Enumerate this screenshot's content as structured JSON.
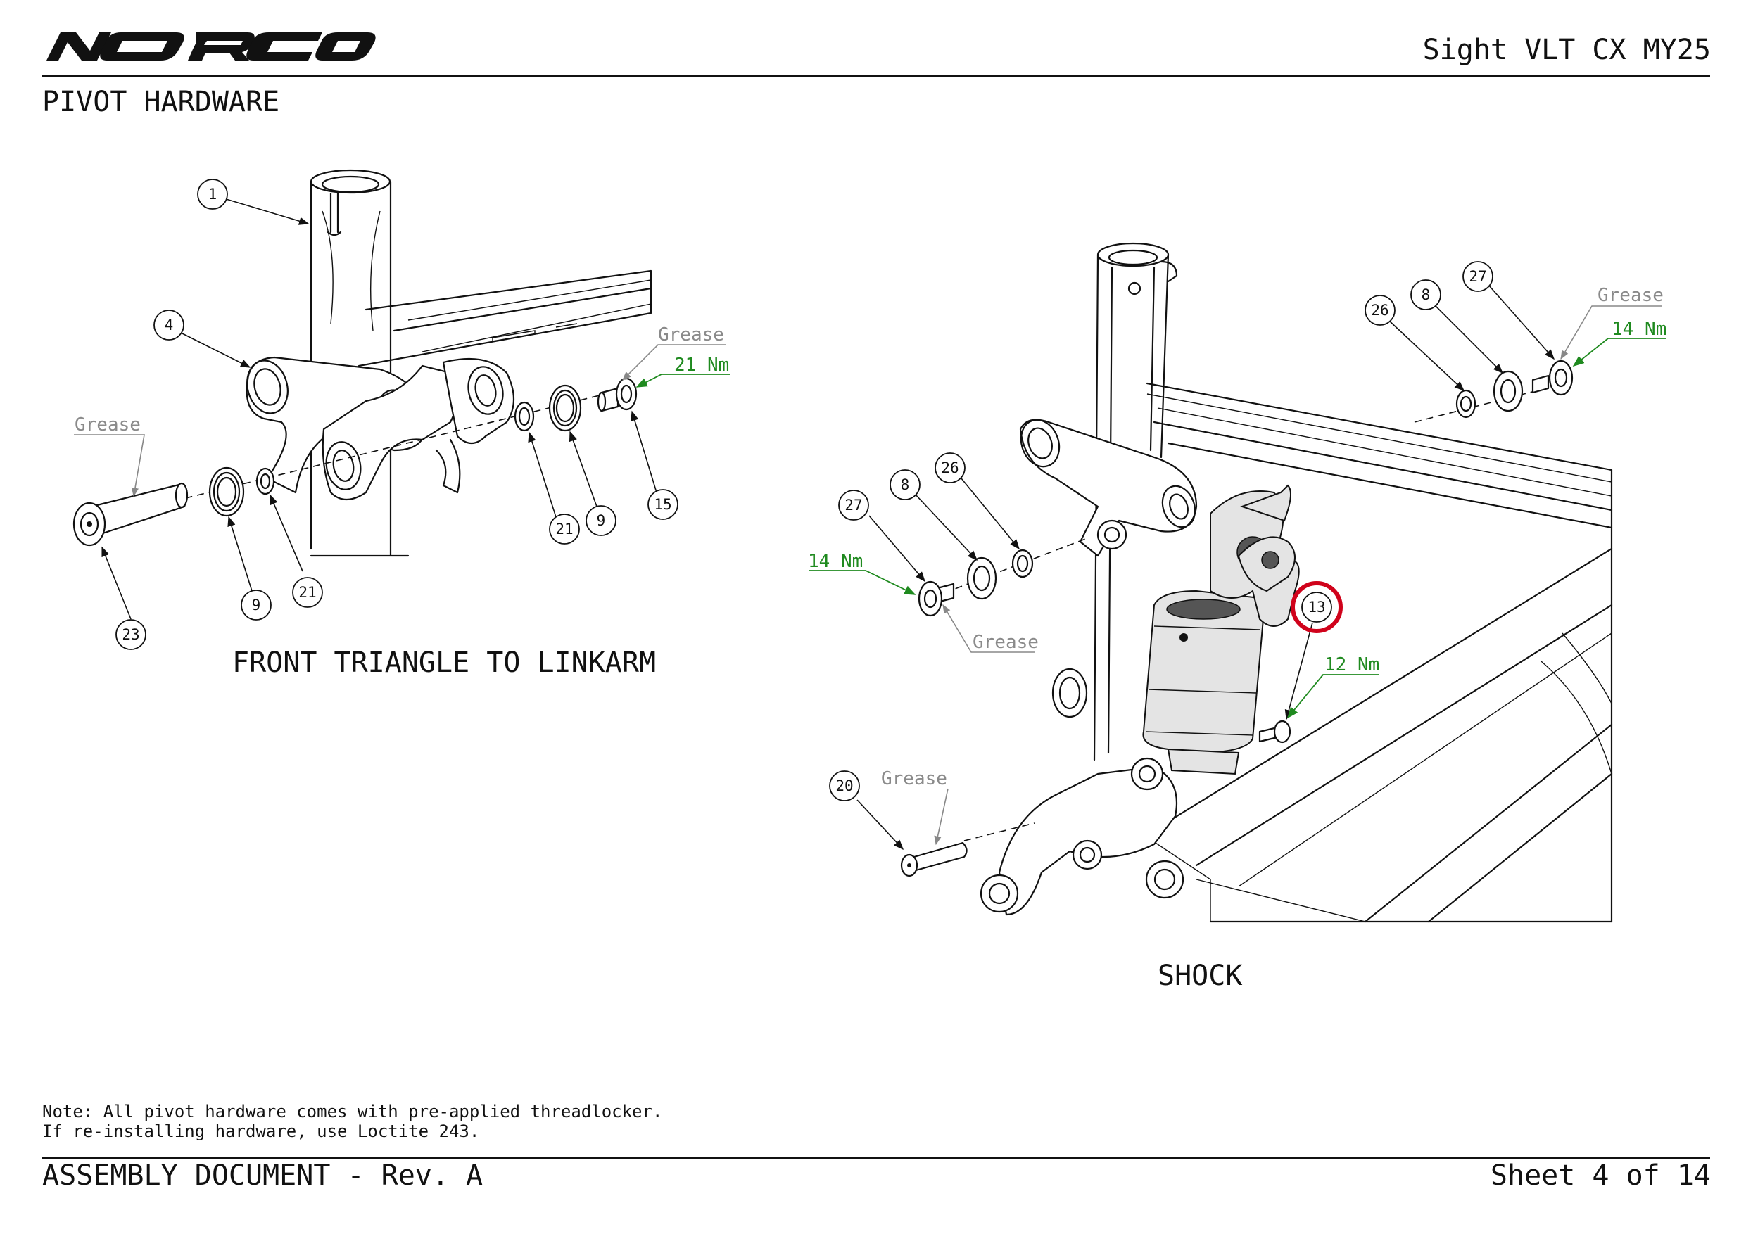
{
  "header": {
    "brand": "NORCO",
    "model": "Sight VLT CX MY25",
    "section_title": "PIVOT HARDWARE"
  },
  "colors": {
    "torque_green": "#1f8a1f",
    "grease_grey": "#8a8a8a",
    "highlight_red": "#d0021b",
    "line_black": "#111111"
  },
  "front_view": {
    "caption": "FRONT TRIANGLE TO LINKARM",
    "callouts": [
      "1",
      "4",
      "21",
      "9",
      "15",
      "23",
      "9",
      "21"
    ],
    "grease_label": "Grease",
    "grease_label_2": "Grease",
    "torque_label": "21 Nm"
  },
  "shock_view": {
    "caption": "SHOCK",
    "callouts": [
      "27",
      "8",
      "26",
      "27",
      "8",
      "26",
      "13",
      "20"
    ],
    "highlighted_callout": "13",
    "grease_labels": [
      "Grease",
      "Grease",
      "Grease"
    ],
    "torque_labels": [
      "14 Nm",
      "14 Nm",
      "12 Nm"
    ]
  },
  "notes": {
    "line1": "Note: All pivot hardware comes with pre-applied threadlocker.",
    "line2": "If re-installing hardware, use Loctite 243."
  },
  "footer": {
    "document": "ASSEMBLY DOCUMENT - Rev. A",
    "sheet": "Sheet 4 of 14"
  }
}
